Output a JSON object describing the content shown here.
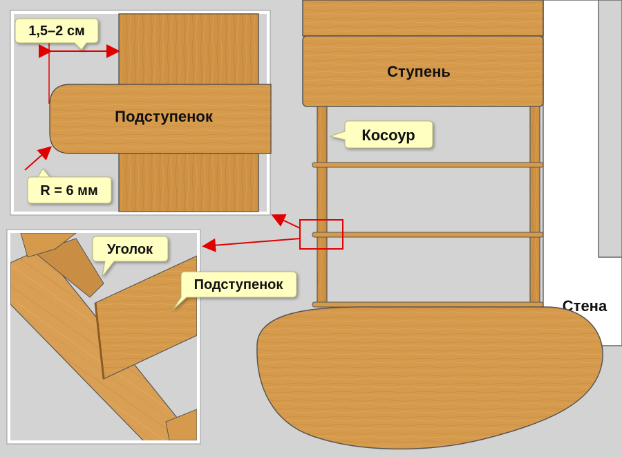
{
  "colors": {
    "background": "#d3d3d3",
    "wood": "#d69a4c",
    "wood_dark": "#b57a34",
    "callout": "#ffffc2",
    "arrow": "#e00000",
    "highlight_box": "#e00000"
  },
  "main": {
    "step_label": "Ступень",
    "stringer_label": "Косоур",
    "wall_label": "Стена"
  },
  "detail_top": {
    "gap_label": "1,5–2 см",
    "riser_label": "Подступенок",
    "radius_label": "R = 6 мм"
  },
  "detail_bottom": {
    "angle_label": "Уголок",
    "riser_label": "Подступенок"
  }
}
